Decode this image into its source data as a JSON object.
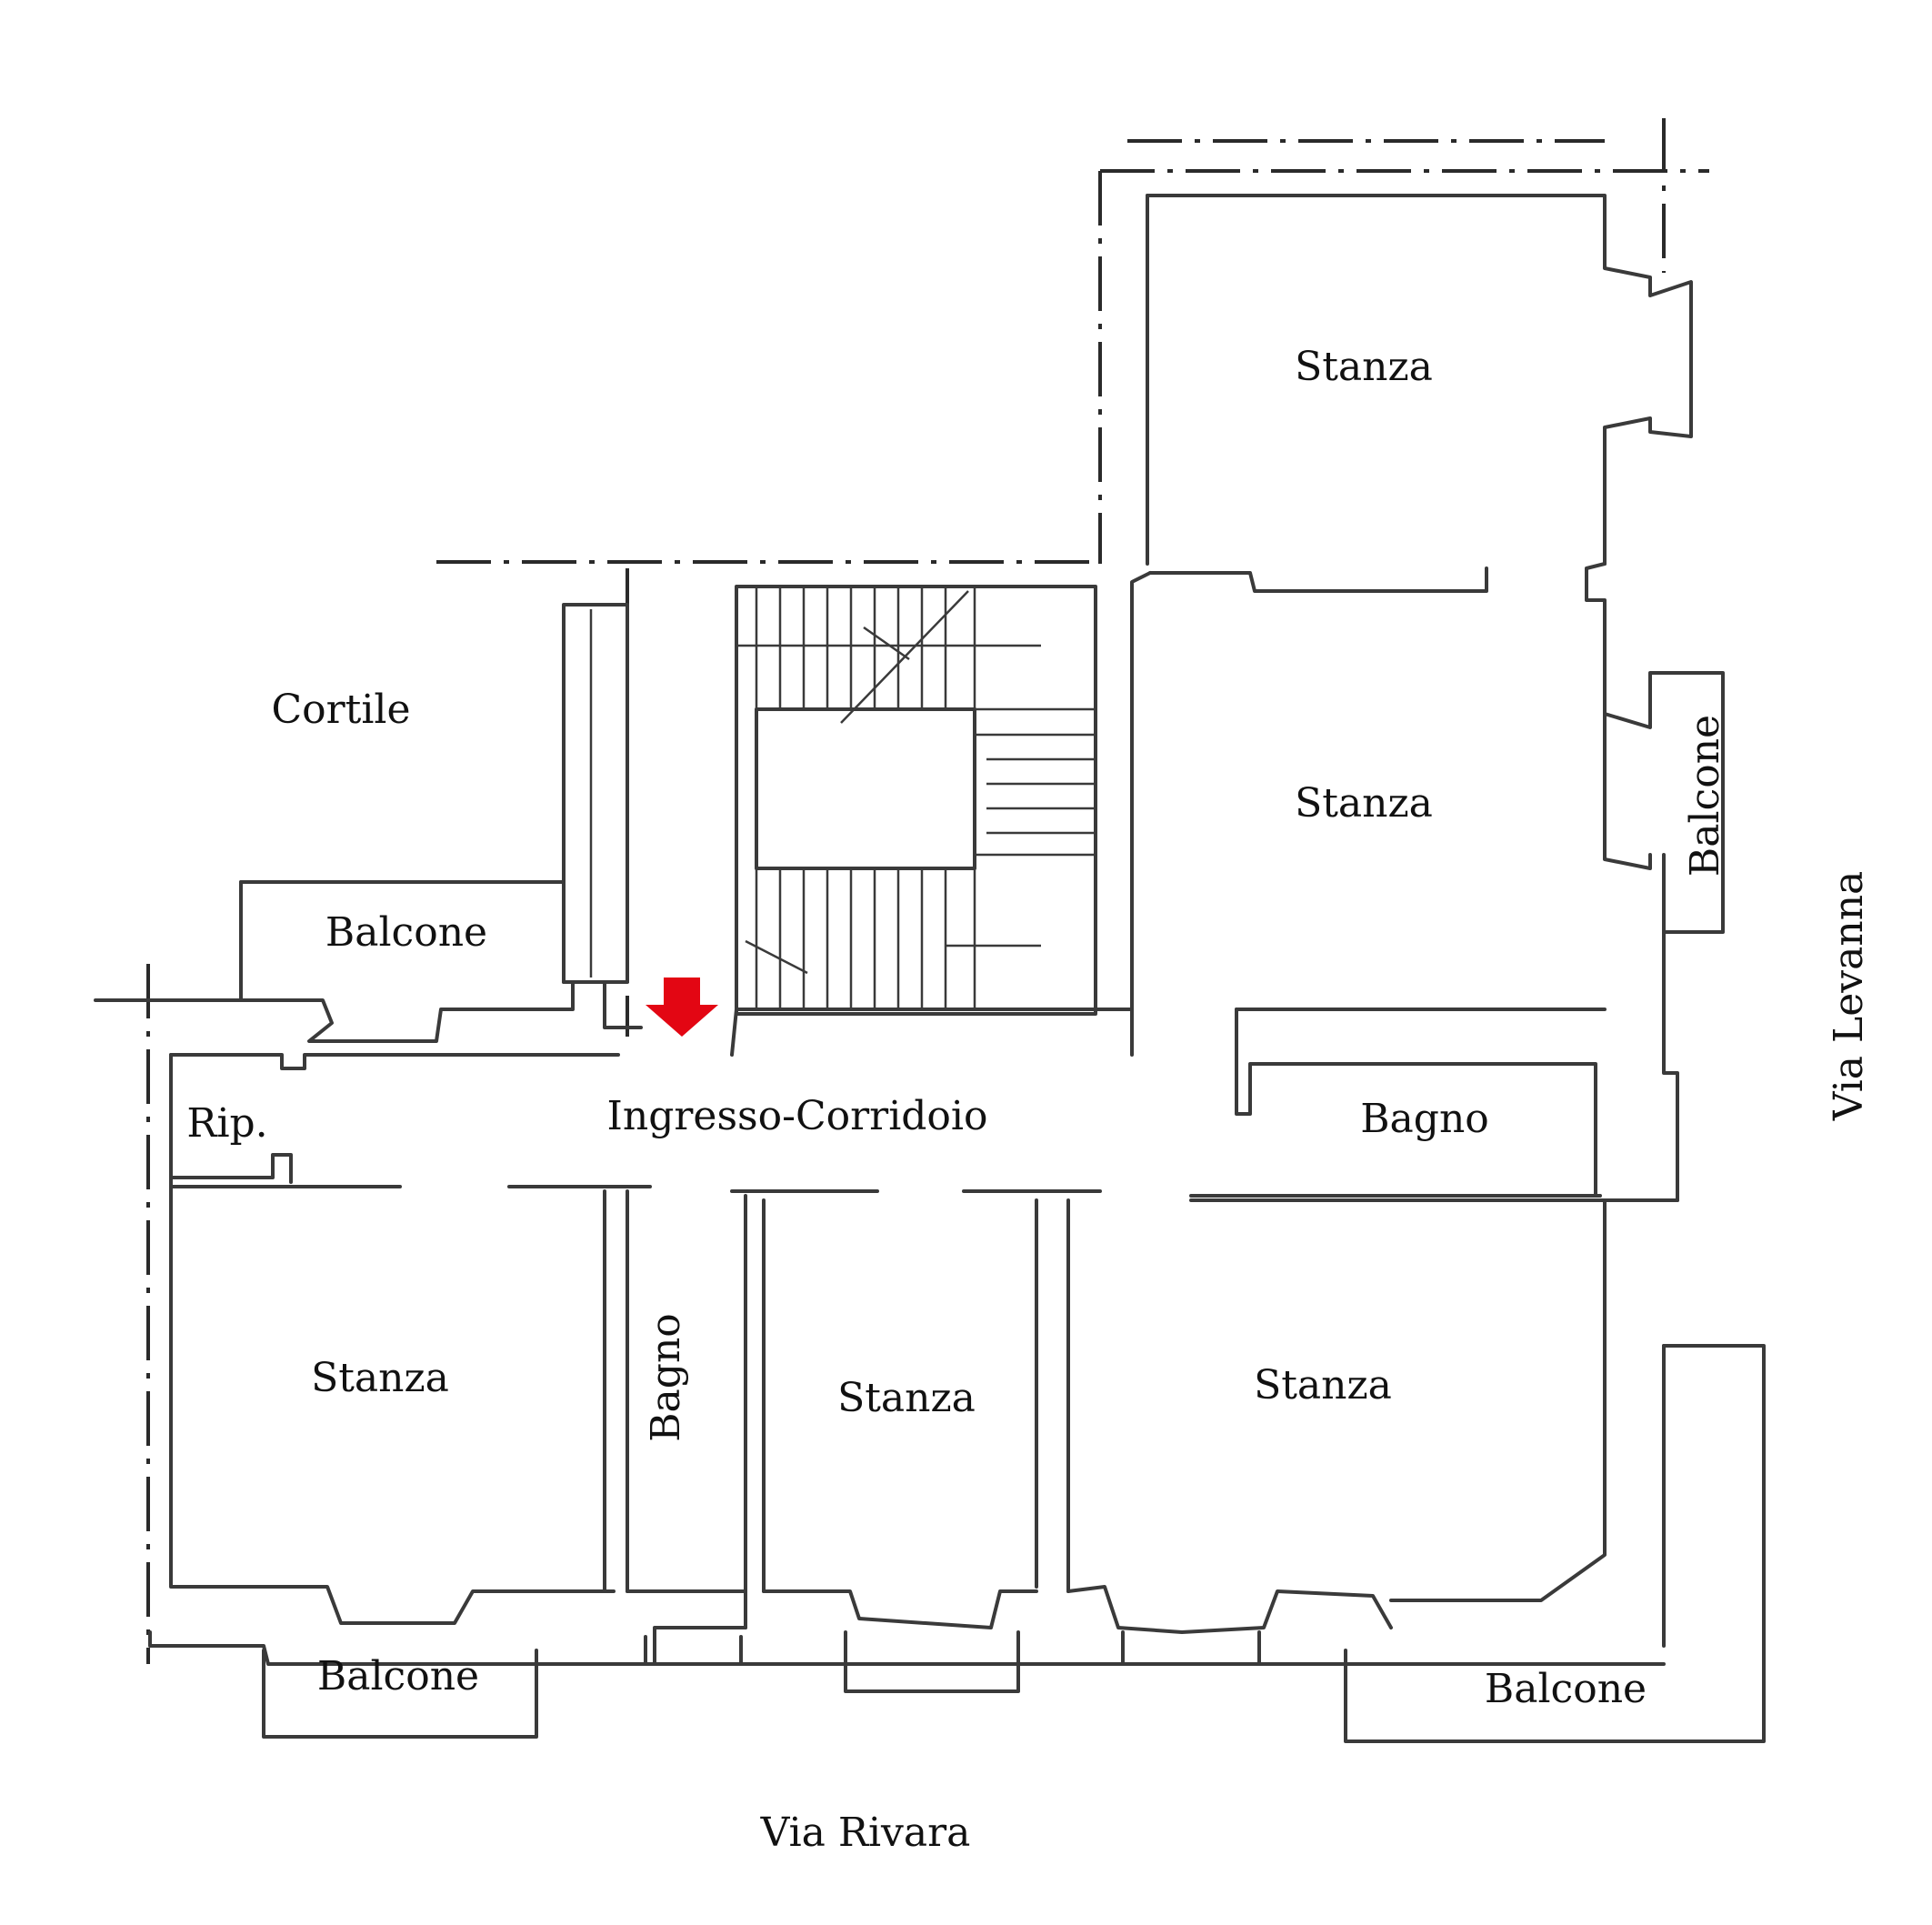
{
  "rooms": {
    "stanza_top_right": "Stanza",
    "stanza_mid_right": "Stanza",
    "cortile": "Cortile",
    "balcone_upper_left": "Balcone",
    "balcone_right_vertical": "Balcone",
    "ripostiglio": "Rip.",
    "ingresso_corridoio": "Ingresso-Corridoio",
    "bagno_right": "Bagno",
    "stanza_bottom_left": "Stanza",
    "bagno_vertical": "Bagno",
    "stanza_bottom_center": "Stanza",
    "stanza_bottom_right": "Stanza",
    "balcone_bottom_left": "Balcone",
    "balcone_bottom_right": "Balcone"
  },
  "streets": {
    "via_levanna": "Via Levanna",
    "via_rivara": "Via Rivara"
  },
  "colors": {
    "entrance_arrow": "#e30613",
    "walls": "#3a3a3a"
  }
}
